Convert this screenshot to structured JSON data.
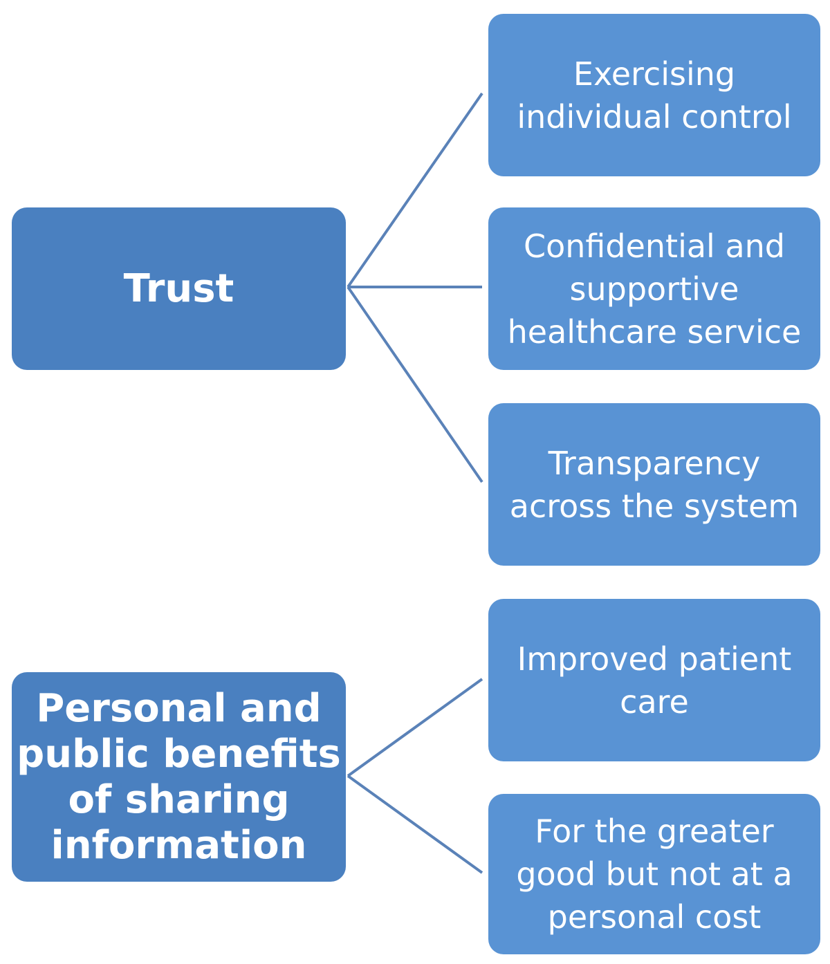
{
  "groups": [
    {
      "label": "Trust",
      "children": [
        "Exercising individual control",
        "Confidential and supportive healthcare service",
        "Transparency across the system"
      ]
    },
    {
      "label": "Personal and public benefits of sharing information",
      "children": [
        "Improved patient care",
        "For the greater good but not at a personal cost"
      ]
    }
  ],
  "colors": {
    "parent": "#4a80c0",
    "child": "#5993d4",
    "connector": "#5a82b8"
  }
}
